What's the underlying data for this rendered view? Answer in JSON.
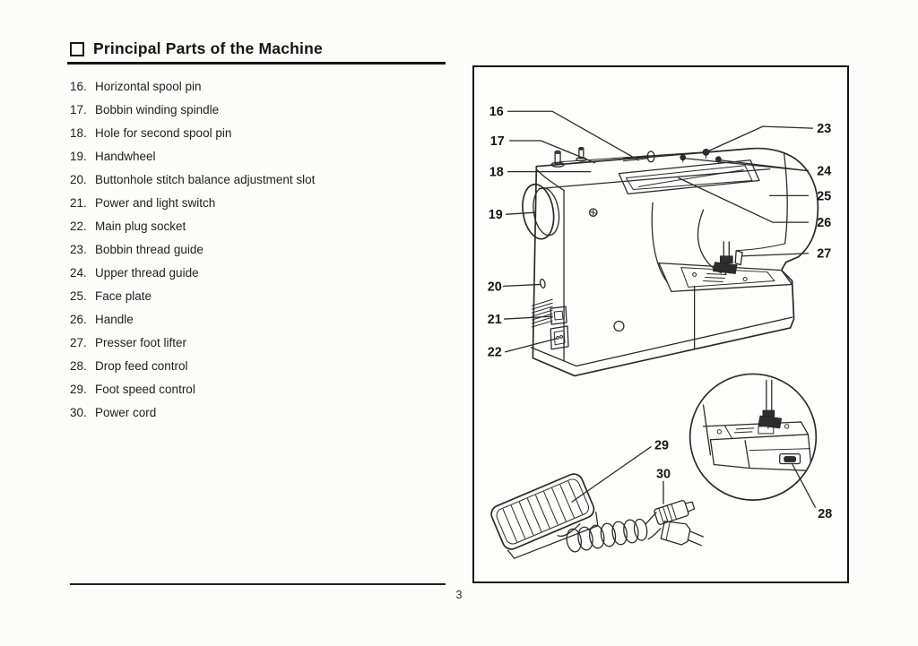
{
  "page": {
    "title": "Principal Parts of the Machine",
    "page_number": "3"
  },
  "parts_list": {
    "items": [
      {
        "num": "16.",
        "label": "Horizontal spool pin"
      },
      {
        "num": "17.",
        "label": "Bobbin winding spindle"
      },
      {
        "num": "18.",
        "label": "Hole for second spool pin"
      },
      {
        "num": "19.",
        "label": "Handwheel"
      },
      {
        "num": "20.",
        "label": "Buttonhole stitch balance adjustment slot"
      },
      {
        "num": "21.",
        "label": "Power and light switch"
      },
      {
        "num": "22.",
        "label": "Main plug socket"
      },
      {
        "num": "23.",
        "label": "Bobbin thread guide"
      },
      {
        "num": "24.",
        "label": "Upper thread guide"
      },
      {
        "num": "25.",
        "label": "Face plate"
      },
      {
        "num": "26.",
        "label": "Handle"
      },
      {
        "num": "27.",
        "label": "Presser foot lifter"
      },
      {
        "num": "28.",
        "label": "Drop feed control"
      },
      {
        "num": "29.",
        "label": "Foot speed control"
      },
      {
        "num": "30.",
        "label": "Power cord"
      }
    ]
  },
  "diagram": {
    "callouts": {
      "n16": "16",
      "n17": "17",
      "n18": "18",
      "n19": "19",
      "n20": "20",
      "n21": "21",
      "n22": "22",
      "n23": "23",
      "n24": "24",
      "n25": "25",
      "n26": "26",
      "n27": "27",
      "n28": "28",
      "n29": "29",
      "n30": "30"
    },
    "colors": {
      "ink": "#2a2a2a",
      "paper": "#fcfcfb"
    }
  }
}
